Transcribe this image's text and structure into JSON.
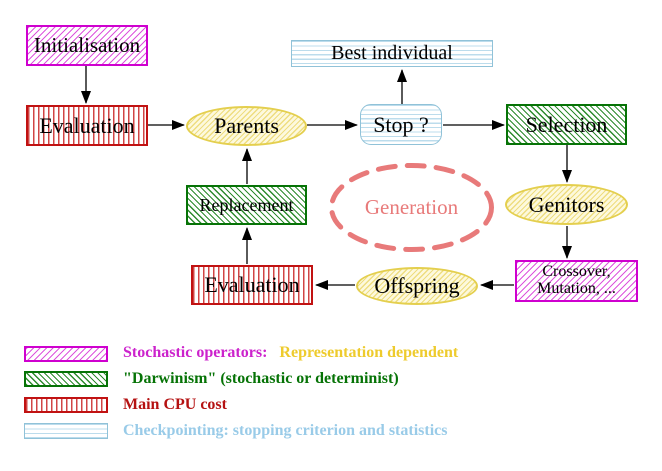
{
  "diagram": {
    "nodes": {
      "initialisation": {
        "label": "Initialisation"
      },
      "evaluation_top": {
        "label": "Evaluation"
      },
      "parents": {
        "label": "Parents"
      },
      "best_individual": {
        "label": "Best individual"
      },
      "stop": {
        "label": "Stop ?"
      },
      "selection": {
        "label": "Selection"
      },
      "genitors": {
        "label": "Genitors"
      },
      "crossover": {
        "lines": [
          "Crossover,",
          "Mutation, ..."
        ]
      },
      "offspring": {
        "label": "Offspring"
      },
      "evaluation_bottom": {
        "label": "Evaluation"
      },
      "replacement": {
        "label": "Replacement"
      },
      "generation": {
        "label": "Generation"
      }
    },
    "legend": {
      "rows": [
        {
          "swatch": "magenta-diagonal-hatch",
          "parts": [
            {
              "text": "Stochastic operators:",
              "color": "#cc22cc"
            },
            {
              "text": "Representation dependent",
              "color": "#eecb2d"
            }
          ]
        },
        {
          "swatch": "green-diagonal-hatch",
          "parts": [
            {
              "text": "\"Darwinism\" (stochastic or determinist)",
              "color": "#067306"
            }
          ]
        },
        {
          "swatch": "red-vertical-stripes",
          "parts": [
            {
              "text": "Main CPU cost",
              "color": "#b51212"
            }
          ]
        },
        {
          "swatch": "cyan-horizontal-stripes",
          "parts": [
            {
              "text": "Checkpointing: stopping criterion and statistics",
              "color": "#99cbe8"
            }
          ]
        }
      ]
    },
    "colors": {
      "stochastic_magenta": "#cf00cf",
      "darwinism_green": "#067306",
      "cpu_cost_red": "#c11212",
      "checkpointing_cyan": "#90c2d8",
      "population_yellow": "#e4cf4e",
      "generation_salmon": "#e87a7a",
      "arrow_black": "#000000",
      "background": "#ffffff"
    }
  }
}
